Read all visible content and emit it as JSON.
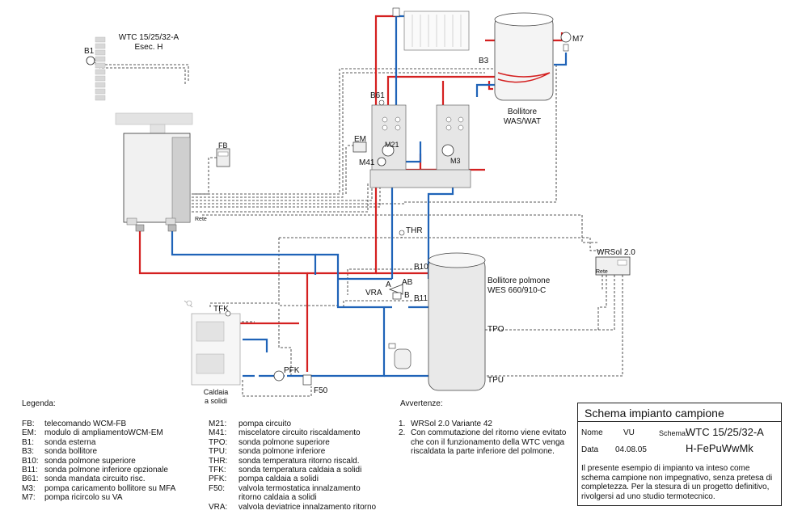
{
  "labels": {
    "wtc_model": "WTC 15/25/32-A",
    "wtc_exec": "Esec. H",
    "b1": "B1",
    "fb": "FB",
    "rete_left": "Rete",
    "b3": "B3",
    "m7": "M7",
    "bollitore": "Bollitore",
    "was_wat": "WAS/WAT",
    "b61": "B61",
    "em": "EM",
    "m21": "M21",
    "m41": "M41",
    "m3": "M3",
    "thr": "THR",
    "wrsol": "WRSol 2.0",
    "rete_right": "Rete",
    "b10": "B10",
    "b11": "B11",
    "a": "A",
    "ab": "AB",
    "b": "B",
    "vra": "VRA",
    "bollitore_polmone": "Bollitore polmone",
    "wes": "WES 660/910-C",
    "tpo": "TPO",
    "tpu": "TPU",
    "tfk": "TFK",
    "pfk": "PFK",
    "f50": "F50",
    "caldaia": "Caldaia",
    "a_solidi": "a solidi"
  },
  "legend": {
    "title": "Legenda:",
    "col1": [
      {
        "code": "FB:",
        "desc": "telecomando WCM-FB"
      },
      {
        "code": "EM:",
        "desc": "modulo di ampliamentoWCM-EM"
      },
      {
        "code": "B1:",
        "desc": "sonda esterna"
      },
      {
        "code": "B3:",
        "desc": "sonda bollitore"
      },
      {
        "code": "B10:",
        "desc": "sonda polmone superiore"
      },
      {
        "code": "B11:",
        "desc": "sonda polmone inferiore opzionale"
      },
      {
        "code": "B61:",
        "desc": "sonda mandata circuito risc."
      },
      {
        "code": "M3:",
        "desc": "pompa caricamento bollitore su MFA"
      },
      {
        "code": "M7:",
        "desc": "pompa ricircolo su VA"
      }
    ],
    "col2": [
      {
        "code": "M21:",
        "desc": "pompa circuito"
      },
      {
        "code": "M41:",
        "desc": "miscelatore circuito riscaldamento"
      },
      {
        "code": "TPO:",
        "desc": "sonda polmone superiore"
      },
      {
        "code": "TPU:",
        "desc": "sonda polmone inferiore"
      },
      {
        "code": "THR:",
        "desc": "sonda temperatura ritorno riscald."
      },
      {
        "code": "TFK:",
        "desc": "sonda temperatura caldaia a solidi"
      },
      {
        "code": "PFK:",
        "desc": "pompa caldaia a solidi"
      },
      {
        "code": "F50:",
        "desc": "valvola termostatica innalzamento"
      },
      {
        "code": "",
        "desc": "ritorno caldaia a solidi"
      },
      {
        "code": "VRA:",
        "desc": "valvola deviatrice innalzamento ritorno"
      }
    ]
  },
  "warnings": {
    "title": "Avvertenze:",
    "items": [
      {
        "num": "1.",
        "text": "WRSol 2.0 Variante 42"
      },
      {
        "num": "2.",
        "text": "Con commutazione del ritorno viene evitato che con il funzionamento della WTC venga riscaldata la parte inferiore del polmone."
      }
    ]
  },
  "schema": {
    "title": "Schema impianto campione",
    "nome_label": "Nome",
    "nome_value": "VU",
    "schema_label": "Schema:",
    "schema_value": "WTC 15/25/32-A",
    "data_label": "Data",
    "data_value": "04.08.05",
    "code": "H-FePuWwMk",
    "note": "Il presente esempio di impianto va inteso come schema campione non impegnativo, senza pretesa di completezza. Per la stesura di un progetto definitivo, rivolgersi ad uno studio termotecnico."
  },
  "colors": {
    "flow": "#d42020",
    "return": "#1f63b8",
    "control": "#222222",
    "equipment": "#e6e6e6"
  }
}
